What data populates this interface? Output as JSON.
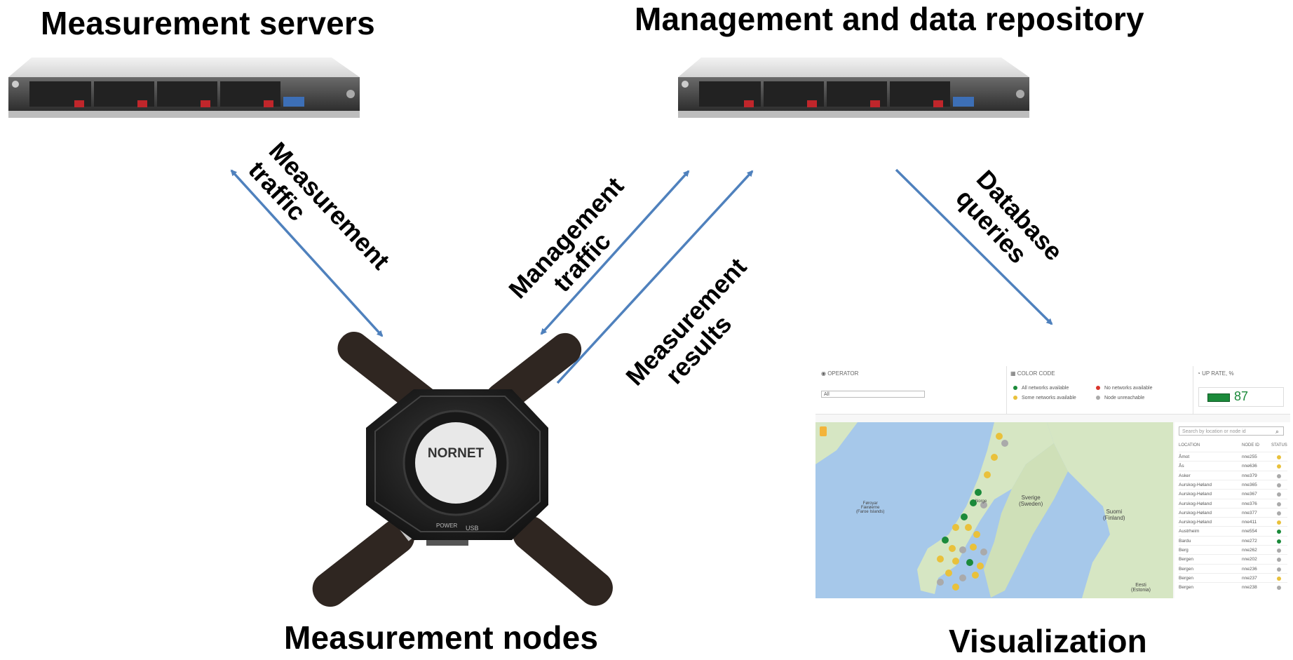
{
  "titles": {
    "measurement_servers": "Measurement servers",
    "management_repository": "Management and data repository",
    "measurement_nodes": "Measurement nodes",
    "visualization": "Visualization"
  },
  "arrow_labels": {
    "measurement_traffic_1": "Measurement",
    "measurement_traffic_2": "traffic",
    "management_traffic_1": "Management",
    "management_traffic_2": "traffic",
    "measurement_results_1": "Measurement",
    "measurement_results_2": "results",
    "database_queries_1": "Database",
    "database_queries_2": "queries"
  },
  "node_device": {
    "logo": "NORNET",
    "label_power": "POWER",
    "label_usb": "USB"
  },
  "dashboard": {
    "operator_header": "OPERATOR",
    "operator_value": "All",
    "color_code_header": "COLOR CODE",
    "legend": [
      {
        "label": "All networks available",
        "color": "#1b8a3a"
      },
      {
        "label": "No networks available",
        "color": "#d9342b"
      },
      {
        "label": "Some networks available",
        "color": "#e9c13b"
      },
      {
        "label": "Node unreachable",
        "color": "#aaaaaa"
      }
    ],
    "uprate_header": "UP RATE, %",
    "uprate_value": "87",
    "search_placeholder": "Search by location or node id",
    "columns": [
      "LOCATION",
      "NODE ID",
      "STATUS"
    ],
    "map_labels": {
      "sverige": "Sverige",
      "sverige_sub": "(Sweden)",
      "suomi": "Suomi",
      "suomi_sub": "(Finland)",
      "faroe": "Føroyar",
      "faroe_sub": "Færøerne",
      "faroe_sub2": "(Faroe Islands)",
      "eesti": "Eesti",
      "eesti_sub": "(Estonia)",
      "norge": "Norge"
    },
    "rows": [
      {
        "location": "Åmot",
        "node": "nne255",
        "color": "#e9c13b"
      },
      {
        "location": "Ås",
        "node": "nne636",
        "color": "#e9c13b"
      },
      {
        "location": "Asker",
        "node": "nne379",
        "color": "#aaaaaa"
      },
      {
        "location": "Aurskog-Høland",
        "node": "nne365",
        "color": "#aaaaaa"
      },
      {
        "location": "Aurskog-Høland",
        "node": "nne367",
        "color": "#aaaaaa"
      },
      {
        "location": "Aurskog-Høland",
        "node": "nne376",
        "color": "#aaaaaa"
      },
      {
        "location": "Aurskog-Høland",
        "node": "nne377",
        "color": "#aaaaaa"
      },
      {
        "location": "Aurskog-Høland",
        "node": "nne411",
        "color": "#e9c13b"
      },
      {
        "location": "Austrheim",
        "node": "nne554",
        "color": "#1b8a3a"
      },
      {
        "location": "Bardu",
        "node": "nne272",
        "color": "#1b8a3a"
      },
      {
        "location": "Berg",
        "node": "nne262",
        "color": "#aaaaaa"
      },
      {
        "location": "Bergen",
        "node": "nne202",
        "color": "#aaaaaa"
      },
      {
        "location": "Bergen",
        "node": "nne236",
        "color": "#aaaaaa"
      },
      {
        "location": "Bergen",
        "node": "nne237",
        "color": "#e9c13b"
      },
      {
        "location": "Bergen",
        "node": "nne238",
        "color": "#aaaaaa"
      }
    ]
  },
  "colors": {
    "arrow": "#4f81bd"
  }
}
